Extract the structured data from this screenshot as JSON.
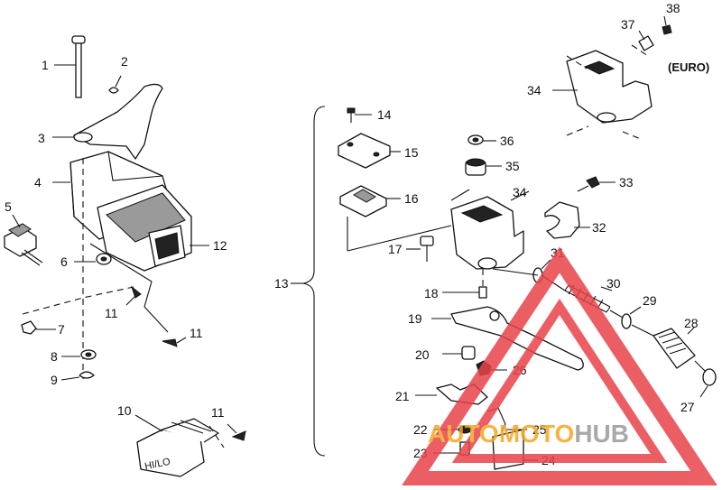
{
  "callouts": [
    "1",
    "2",
    "3",
    "4",
    "5",
    "6",
    "7",
    "8",
    "9",
    "10",
    "11",
    "11",
    "11",
    "12",
    "13",
    "14",
    "15",
    "16",
    "17",
    "18",
    "19",
    "20",
    "21",
    "22",
    "23",
    "24",
    "25",
    "26",
    "27",
    "28",
    "29",
    "30",
    "31",
    "32",
    "33",
    "34",
    "34",
    "35",
    "36",
    "37",
    "38"
  ],
  "euro_label": "(EURO)",
  "switch_label": "HI/LO",
  "watermark": {
    "part1": "AUTO",
    "part2": "MOTO",
    "part3": "HUB"
  },
  "colors": {
    "line": "#111111",
    "watermark_red": "#e8434a",
    "watermark_orange": "#f5a623",
    "watermark_gray": "#9b9b9b"
  }
}
